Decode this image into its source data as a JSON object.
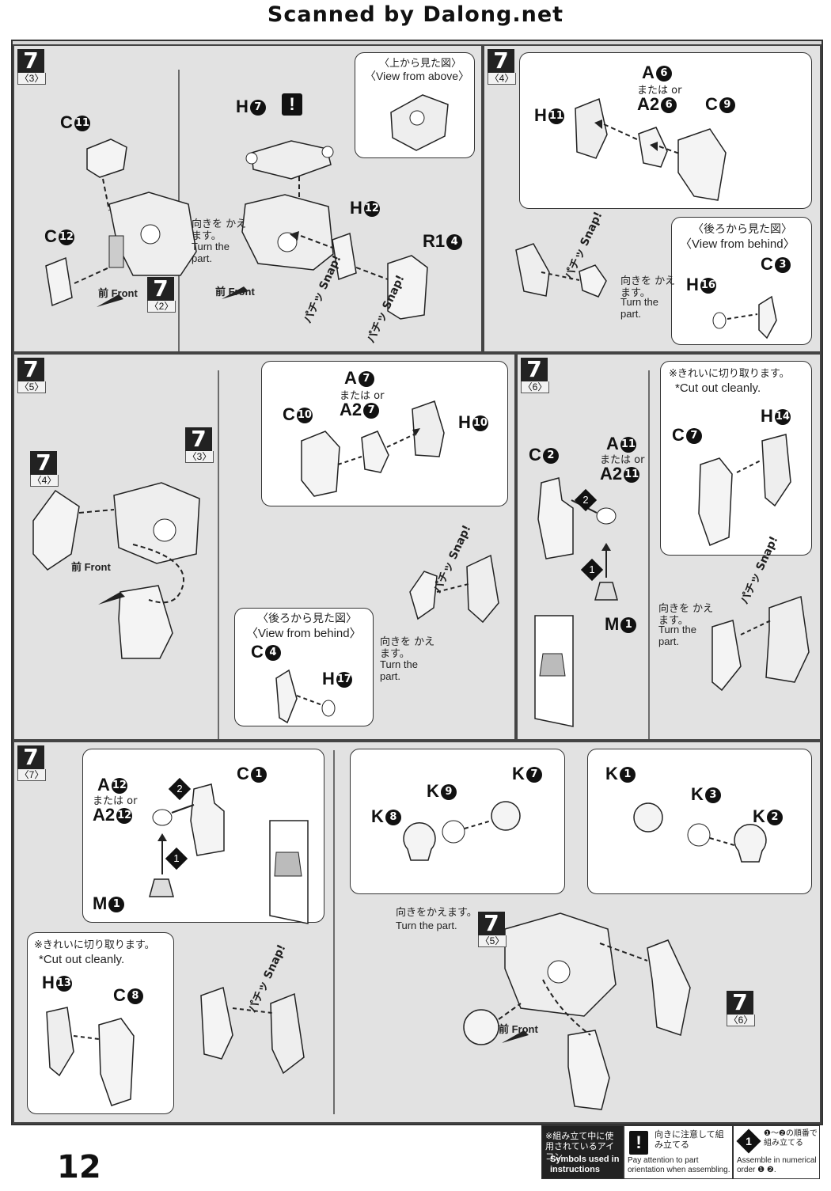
{
  "header": {
    "scan_credit": "Scanned by Dalong.net"
  },
  "page_number": "12",
  "steps": {
    "s3": {
      "num": "7",
      "sub": "〈3〉"
    },
    "s4": {
      "num": "7",
      "sub": "〈4〉"
    },
    "s5": {
      "num": "7",
      "sub": "〈5〉"
    },
    "s6": {
      "num": "7",
      "sub": "〈6〉"
    },
    "s7": {
      "num": "7",
      "sub": "〈7〉"
    },
    "ref2": {
      "num": "7",
      "sub": "〈2〉"
    },
    "ref3": {
      "num": "7",
      "sub": "〈3〉"
    },
    "ref4": {
      "num": "7",
      "sub": "〈4〉"
    },
    "ref5": {
      "num": "7",
      "sub": "〈5〉"
    },
    "ref6": {
      "num": "7",
      "sub": "〈6〉"
    }
  },
  "common": {
    "or_text": "または or",
    "front": "前 Front",
    "snap": "パチッ Snap!",
    "turn_jp": "向きを かえます。",
    "turn_en": "Turn the part.",
    "turn_jp_oneline": "向きをかえます。",
    "view_above_jp": "〈上から見た図〉",
    "view_above_en": "〈View from above〉",
    "view_behind_jp": "〈後ろから見た図〉",
    "view_behind_en": "〈View from behind〉",
    "cut_jp": "※きれいに切り取ります。",
    "cut_en": "*Cut out cleanly."
  },
  "parts": {
    "C11": {
      "letter": "C",
      "num": "11"
    },
    "C12": {
      "letter": "C",
      "num": "12"
    },
    "H7": {
      "letter": "H",
      "num": "7"
    },
    "H12": {
      "letter": "H",
      "num": "12"
    },
    "R14": {
      "letter": "R1",
      "num": "4"
    },
    "A6": {
      "letter": "A",
      "num": "6"
    },
    "A26": {
      "letter": "A2",
      "num": "6"
    },
    "C9": {
      "letter": "C",
      "num": "9"
    },
    "H11": {
      "letter": "H",
      "num": "11"
    },
    "C3": {
      "letter": "C",
      "num": "3"
    },
    "H16": {
      "letter": "H",
      "num": "16"
    },
    "A7": {
      "letter": "A",
      "num": "7"
    },
    "A27": {
      "letter": "A2",
      "num": "7"
    },
    "C10": {
      "letter": "C",
      "num": "10"
    },
    "H10": {
      "letter": "H",
      "num": "10"
    },
    "C4": {
      "letter": "C",
      "num": "4"
    },
    "H17": {
      "letter": "H",
      "num": "17"
    },
    "H14": {
      "letter": "H",
      "num": "14"
    },
    "C7": {
      "letter": "C",
      "num": "7"
    },
    "A11": {
      "letter": "A",
      "num": "11"
    },
    "A211": {
      "letter": "A2",
      "num": "11"
    },
    "C2": {
      "letter": "C",
      "num": "2"
    },
    "M1a": {
      "letter": "M",
      "num": "1"
    },
    "A12": {
      "letter": "A",
      "num": "12"
    },
    "A212": {
      "letter": "A2",
      "num": "12"
    },
    "C1": {
      "letter": "C",
      "num": "1"
    },
    "M1b": {
      "letter": "M",
      "num": "1"
    },
    "H13": {
      "letter": "H",
      "num": "13"
    },
    "C8": {
      "letter": "C",
      "num": "8"
    },
    "K7": {
      "letter": "K",
      "num": "7"
    },
    "K9": {
      "letter": "K",
      "num": "9"
    },
    "K8": {
      "letter": "K",
      "num": "8"
    },
    "K1": {
      "letter": "K",
      "num": "1"
    },
    "K3": {
      "letter": "K",
      "num": "3"
    },
    "K2": {
      "letter": "K",
      "num": "2"
    }
  },
  "order_marks": {
    "one": "1",
    "two": "2"
  },
  "legend": {
    "title_jp": "※組み立て中に使用されているアイコン",
    "title_en": "Symbols used in instructions",
    "orient_jp": "向きに注意して組み立てる",
    "orient_en": "Pay attention to part orientation when assembling.",
    "numeric_jp": "❶～❷の順番で組み立てる",
    "numeric_en": "Assemble in numerical order ❶ ❷.",
    "warn_symbol": "!",
    "num_symbol": "1"
  },
  "colors": {
    "ink": "#222222",
    "panel": "#e2e2e2",
    "sheet": "#d6d6d6",
    "bubble": "#ffffff"
  }
}
